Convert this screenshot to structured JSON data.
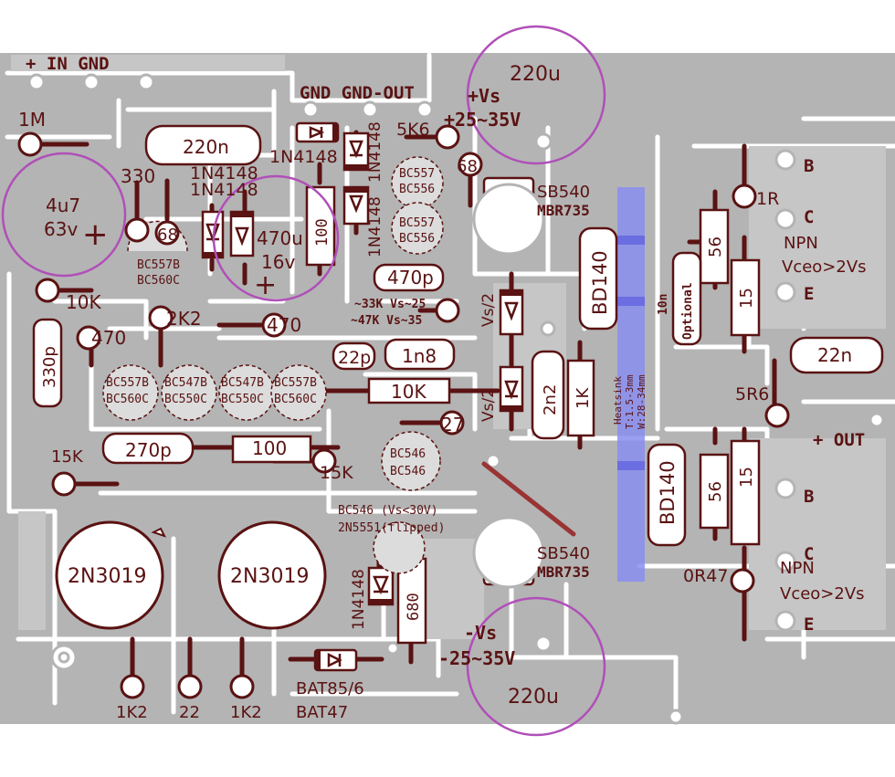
{
  "labels": {
    "in_gnd": "+ IN GND",
    "gnd_gnd_out": "GND GND-OUT",
    "vs_pos": "+Vs",
    "vs_pos_range": "+25~35V",
    "cap_top": "220u",
    "cap_bottom": "220u",
    "r_1m": "1M",
    "cap_4u7": "4u7",
    "cap_63v": "63v",
    "plus1": "+",
    "r_330": "330",
    "r_68a": "68",
    "c_220n": "220n",
    "d_1n4148_a": "1N4148",
    "d_1n4148_b": "1N4148",
    "d_1n4148_c": "1N4148",
    "d_1n4148_v1": "1N4148",
    "d_1n4148_v2": "1N4148",
    "cap_470u": "470u",
    "cap_16v": "16v",
    "plus2": "+",
    "r_100a": "100",
    "r_5k6": "5K6",
    "r_68b": "68",
    "q_bc557_1": "BC557",
    "q_bc556_1": "BC556",
    "q_bc557_2": "BC557",
    "q_bc556_2": "BC556",
    "q_bc557b_a": "BC557B",
    "q_bc560c_a": "BC560C",
    "sb540_top": "SB540",
    "mbr735_top": "MBR735",
    "sb540_bot": "SB540",
    "mbr735_bot": "MBR735",
    "c_470p": "470p",
    "note_33k": "~33K Vs~25",
    "note_47k": "~47K Vs~35",
    "r_10k_a": "10K",
    "r_2k2": "2K2",
    "r_470a": "470",
    "r_470b": "470",
    "c_330p": "330p",
    "c_22p": "22p",
    "c_1n8": "1n8",
    "vs2_a": "Vs/2",
    "vs2_b": "Vs/2",
    "bd140_top": "BD140",
    "bd140_bot": "BD140",
    "c_10n": "10n",
    "optional": "Optional",
    "r_56a": "56",
    "r_15a": "15",
    "r_56b": "56",
    "r_15b": "15",
    "r_1r": "1R",
    "B1": "B",
    "C1": "C",
    "npn1": "NPN",
    "vceo1": "Vceo>2Vs",
    "E1": "E",
    "c_22n": "22n",
    "r_5r6": "5R6",
    "plus_out": "+ OUT",
    "B2": "B",
    "C2": "C",
    "npn2": "NPN",
    "vceo2": "Vceo>2Vs",
    "E2": "E",
    "r_0r47": "0R47",
    "heatsink1": "Heatsink",
    "heatsink2": "T:1.5-3mm",
    "heatsink3": "W:28-34mm",
    "c_2n2": "2n2",
    "r_1k": "1K",
    "q_bc557b_1": "BC557B",
    "q_bc560c_1": "BC560C",
    "q_bc547b_1": "BC547B",
    "q_bc550c_1": "BC550C",
    "q_bc547b_2": "BC547B",
    "q_bc550c_2": "BC550C",
    "q_bc557b_2": "BC557B",
    "q_bc560c_2": "BC560C",
    "r_10k_b": "10K",
    "r_27": "27",
    "q_bc546_1": "BC546",
    "q_bc546_2": "BC546",
    "note_bc546": "BC546 (Vs<30V)",
    "note_2n5551": "2N5551(flipped)",
    "r_15k_a": "15K",
    "c_270p": "270p",
    "r_100b": "100",
    "r_15k_b": "15K",
    "t_2n3019_a": "2N3019",
    "t_2n3019_b": "2N3019",
    "d_1n4148_bot": "1N4148",
    "r_680": "680",
    "vs_neg": "-Vs",
    "vs_neg_range": "-25~35V",
    "bat85": "BAT85/6",
    "bat47": "BAT47",
    "r_1k2_a": "1K2",
    "r_22": "22",
    "r_1k2_b": "1K2"
  },
  "colors": {
    "copper": "#b4b4b4",
    "text": "#5a1212",
    "silk": "#5a1212",
    "cap_outline": "#b04fb8",
    "heatsink": "#8a8ef0",
    "jumper": "#9a3434"
  }
}
